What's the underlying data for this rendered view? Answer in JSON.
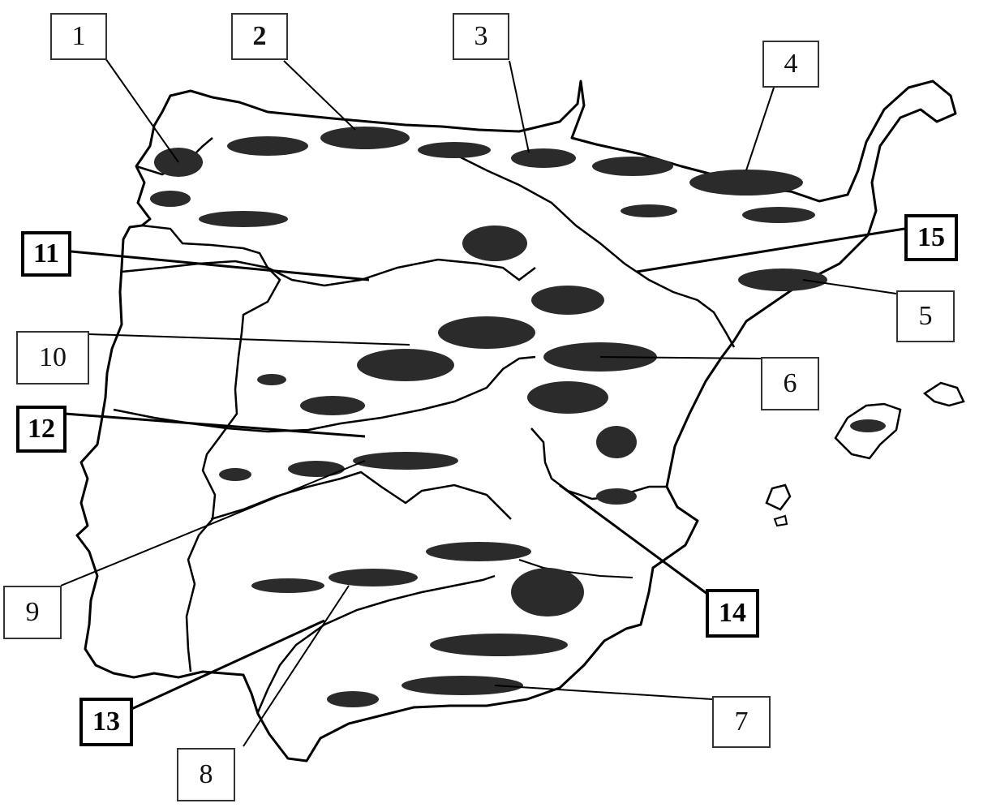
{
  "labels": [
    {
      "id": "1",
      "text": "1"
    },
    {
      "id": "2",
      "text": "2"
    },
    {
      "id": "3",
      "text": "3"
    },
    {
      "id": "4",
      "text": "4"
    },
    {
      "id": "5",
      "text": "5"
    },
    {
      "id": "6",
      "text": "6"
    },
    {
      "id": "7",
      "text": "7"
    },
    {
      "id": "8",
      "text": "8"
    },
    {
      "id": "9",
      "text": "9"
    },
    {
      "id": "10",
      "text": "10"
    },
    {
      "id": "11",
      "text": "11"
    },
    {
      "id": "12",
      "text": "12"
    },
    {
      "id": "13",
      "text": "13"
    },
    {
      "id": "14",
      "text": "14"
    },
    {
      "id": "15",
      "text": "15"
    }
  ],
  "colors": {
    "ink": "#000000",
    "mountain": "#2b2b2b",
    "paper": "#ffffff"
  }
}
